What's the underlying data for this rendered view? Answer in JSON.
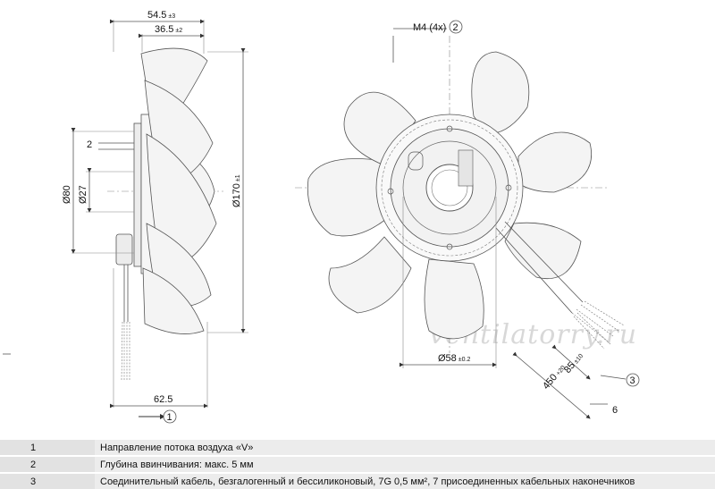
{
  "dimensions": {
    "depth_total": {
      "value": "54.5",
      "tol": "±3"
    },
    "depth_hub": {
      "value": "36.5",
      "tol": "±2"
    },
    "screw_depth": "2",
    "diam_80": "Ø80",
    "diam_27": "Ø27",
    "diam_170": {
      "value": "Ø170",
      "tol": "±1"
    },
    "width_62_5": "62.5",
    "thread": "M4 (4x)",
    "diam_58": {
      "value": "Ø58",
      "tol": "±0.2"
    },
    "cable_85": {
      "value": "85",
      "tol": "±10"
    },
    "cable_450": {
      "value": "450",
      "tol": "+20"
    },
    "wire_count": "6"
  },
  "callouts": {
    "airflow": "1",
    "thread": "2",
    "cable": "3"
  },
  "watermark": "ventilatorry.ru",
  "legend": [
    {
      "num": "1",
      "text": "Направление потока воздуха «V»"
    },
    {
      "num": "2",
      "text": "Глубина ввинчивания: макс. 5 мм"
    },
    {
      "num": "3",
      "text": "Соединительный кабель, безгалогенный и бессиликоновый, 7G 0,5 мм², 7 присоединенных кабельных наконечников"
    }
  ]
}
